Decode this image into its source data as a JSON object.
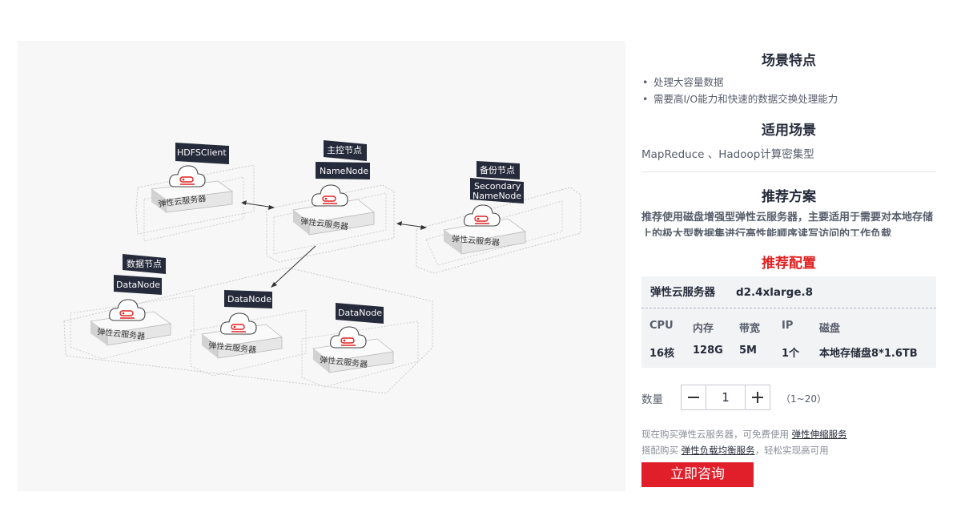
{
  "diagram": {
    "hdfs_client_label": "HDFSClient",
    "master_node_label": "主控节点",
    "namenode_label": "NameNode",
    "backup_node_label": "备份节点",
    "secondary_namenode_line1": "Secondary",
    "secondary_namenode_line2": "NameNode",
    "data_node_label": "数据节点",
    "datanode_label": "DataNode",
    "server_label": "弹性云服务器",
    "colors": {
      "label_bg": "#252b3a",
      "cloud_accent": "#e02020",
      "dashed": "#c8c8c8"
    }
  },
  "scenario_features": {
    "title": "场景特点",
    "items": [
      "处理大容量数据",
      "需要高I/O能力和快速的数据交换处理能力"
    ]
  },
  "applicable": {
    "title": "适用场景",
    "text": "MapReduce 、Hadoop计算密集型"
  },
  "recommendation": {
    "title": "推荐方案",
    "text": "推荐使用磁盘增强型弹性云服务器，主要适用于需要对本地存储上的极大型数据集进行高性能顺序读写访问的工作负载"
  },
  "config": {
    "title": "推荐配置",
    "product": "弹性云服务器",
    "model": "d2.4xlarge.8",
    "spec_headers": [
      "CPU",
      "内存",
      "带宽",
      "IP",
      "磁盘"
    ],
    "spec_values": [
      "16核",
      "128G",
      "5M",
      "1个",
      "本地存储盘8*1.6TB"
    ]
  },
  "quantity": {
    "label": "数量",
    "value": "1",
    "range": "（1~20）"
  },
  "promo": {
    "line1_prefix": "现在购买弹性云服务器，可免费使用",
    "line1_link": "弹性伸缩服务",
    "line2_prefix": "搭配购买",
    "line2_link": "弹性负载均衡服务",
    "line2_suffix": "，轻松实现高可用"
  },
  "consult_button": "立即咨询",
  "accent_color": "#e01f2a"
}
